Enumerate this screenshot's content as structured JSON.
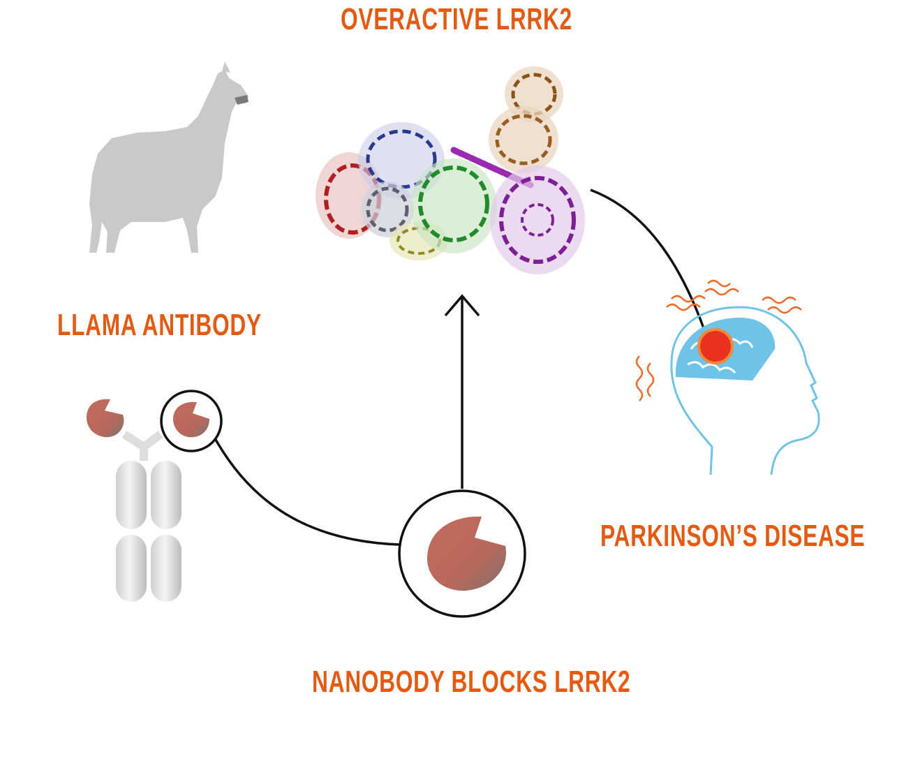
{
  "labels": {
    "overactive": "OVERACTIVE LRRK2",
    "llama_antibody": "LLAMA ANTIBODY",
    "parkinsons": "PARKINSON’S DISEASE",
    "nanobody": "NANOBODY BLOCKS LRRK2"
  },
  "icons": {
    "llama": "llama-silhouette",
    "protein": "lrrk2-protein-structure",
    "brain": "head-with-brain",
    "antibody": "llama-antibody",
    "nanobody": "nanobody-fragment"
  },
  "colors": {
    "label": "#e35a12",
    "llama": "#c9c9c9",
    "brain_fill": "#6fc3e6",
    "head_outline": "#6fc3e6",
    "hotspot": "#e8321e",
    "nanobody": "#c06a5e",
    "connector": "#111111"
  }
}
